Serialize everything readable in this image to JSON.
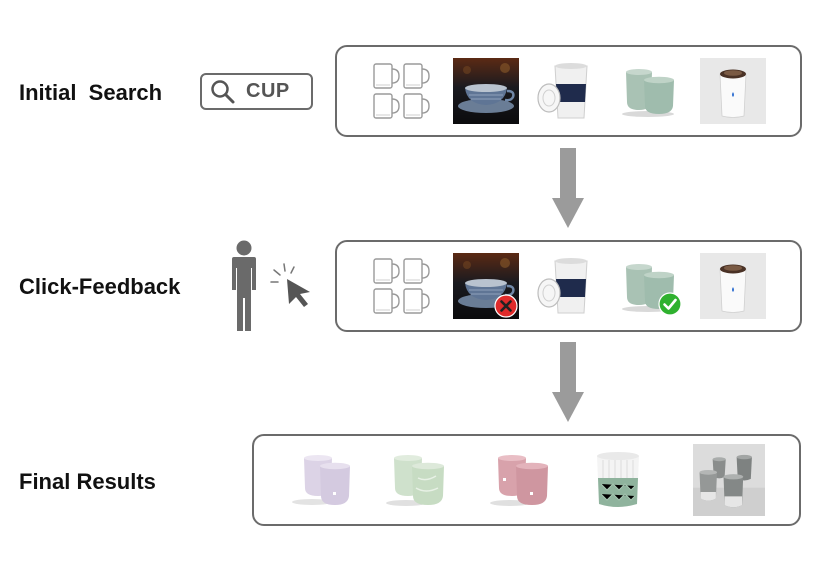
{
  "stages": {
    "initial": "Initial  Search",
    "feedback": "Click-Feedback",
    "final": "Final Results"
  },
  "search": {
    "query": "CUP",
    "icon": "search-icon"
  },
  "feedback_marks": {
    "negative": "red-x-icon",
    "positive": "green-check-icon"
  },
  "colors": {
    "border": "#6b6b6b",
    "arrow": "#9b9b9b",
    "person": "#6a6a6a",
    "negative": "#e02b2b",
    "positive": "#2fb12f"
  },
  "initial_results": [
    "glass-mugs",
    "blue-teacup",
    "travel-cup",
    "mint-cups",
    "white-tumbler"
  ],
  "feedback_results": [
    "glass-mugs",
    "blue-teacup",
    "travel-cup",
    "mint-cups",
    "white-tumbler"
  ],
  "final_results": [
    "lavender-cups",
    "green-marble-cups",
    "pink-cups",
    "sage-sleeve-cup",
    "grey-ceramic-cups"
  ]
}
